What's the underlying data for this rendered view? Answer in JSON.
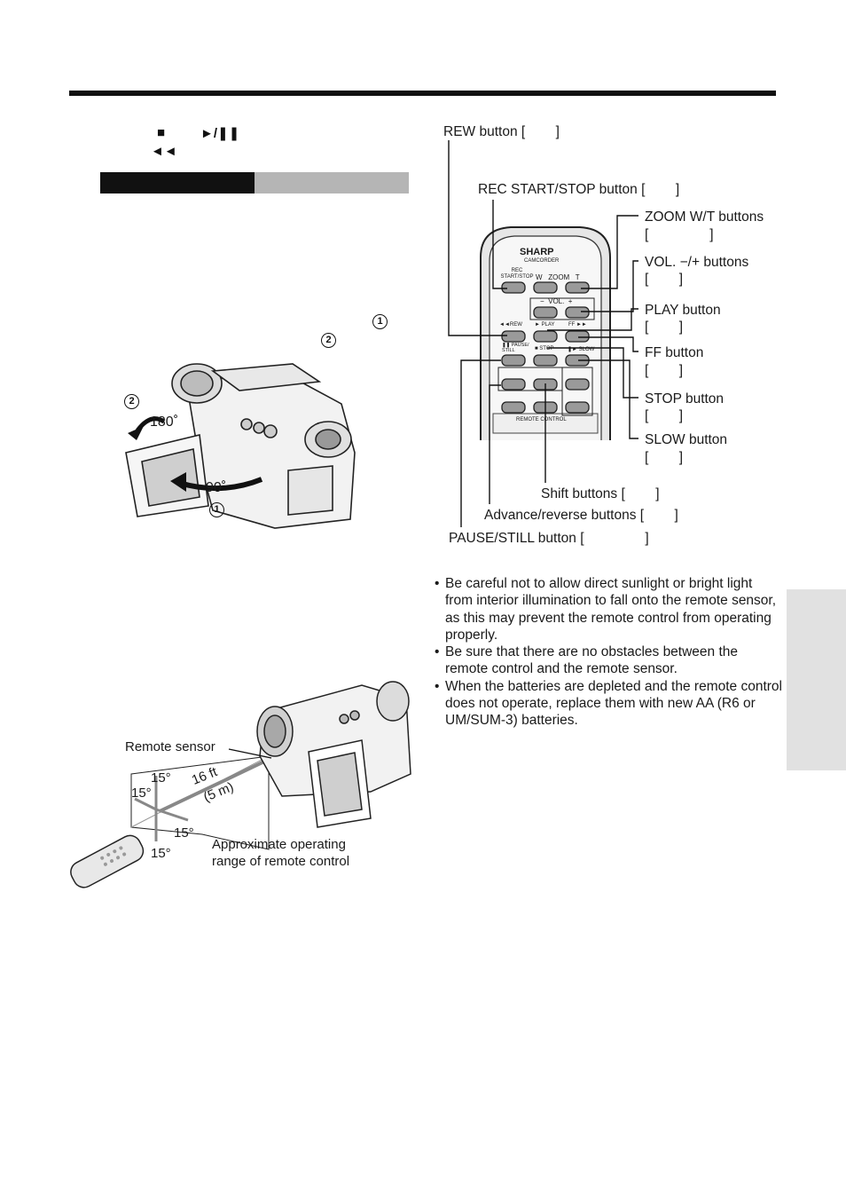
{
  "header": {
    "stop_symbol": "■",
    "play_pause_symbol": "►/❚❚",
    "rew_symbol": "◄◄"
  },
  "lcd_figure": {
    "marker1": "1",
    "marker2": "2",
    "angle_180": "180˚",
    "angle_90": "90˚",
    "fig_marker1": "1",
    "fig_marker2": "2"
  },
  "remote": {
    "brand": "SHARP",
    "sub": "CAMCORDER",
    "rec": "REC START/STOP",
    "zoom": "W   ZOOM   T",
    "vol": "−  VOL.  +",
    "rew": "◄◄REW",
    "play": "► PLAY",
    "ff": "FF ►►",
    "pause": "❚❚ PAUSE/ STILL",
    "stop": "■ STOP",
    "slow": "❚► SLOW",
    "footer": "REMOTE CONTROL"
  },
  "callouts": {
    "rew": "REW button [        ]",
    "rec": "REC START/STOP button [        ]",
    "zoom1": "ZOOM W/T buttons",
    "zoom2": "[                ]",
    "vol1": "VOL. −/+ buttons",
    "vol2": "[        ]",
    "play1": "PLAY button",
    "play2": "[        ]",
    "ff1": "FF button",
    "ff2": "[        ]",
    "stop1": "STOP button",
    "stop2": "[        ]",
    "slow1": "SLOW button",
    "slow2": "[        ]",
    "shift": "Shift buttons [        ]",
    "advance": "Advance/reverse buttons [        ]",
    "pause": "PAUSE/STILL button [                ]"
  },
  "notes": [
    "Be careful not to allow direct sunlight or bright light from interior illumination to fall onto the remote sensor, as this may prevent the remote control from operating properly.",
    "Be sure that there are no obstacles between the remote control and the remote sensor.",
    "When the batteries are depleted and the remote control does not operate, replace them with new AA (R6 or UM/SUM-3) batteries."
  ],
  "range_figure": {
    "remote_sensor": "Remote sensor",
    "distance_ft": "16 ft",
    "distance_m": "(5 m)",
    "angle_top": "15°",
    "angle_left": "15°",
    "angle_right": "15°",
    "angle_bottom": "15°",
    "range1": "Approximate operating",
    "range2": "range of remote control"
  },
  "colors": {
    "rule": "#111111",
    "gray_bar": "#b5b5b5",
    "side_tab": "#e1e1e1"
  }
}
